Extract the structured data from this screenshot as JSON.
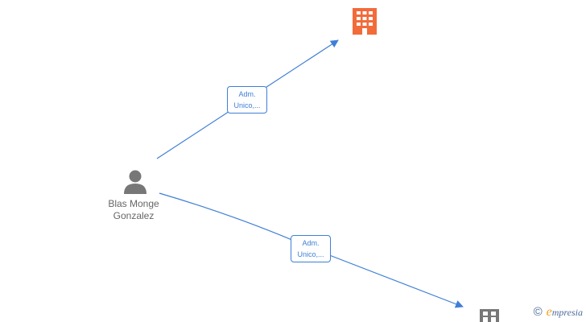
{
  "nodes": {
    "person": {
      "name_line1": "Blas Monge",
      "name_line2": "Gonzalez",
      "icon": "person-icon"
    },
    "company_top": {
      "icon": "building-icon",
      "color": "#f26b3a"
    },
    "company_bottom": {
      "icon": "building-icon",
      "color": "#777777"
    }
  },
  "edges": [
    {
      "label_line1": "Adm.",
      "label_line2": "Unico,..."
    },
    {
      "label_line1": "Adm.",
      "label_line2": "Unico,..."
    }
  ],
  "colors": {
    "edge": "#3f7fd6",
    "person": "#777777",
    "label_text": "#666666"
  },
  "brand": {
    "copyright": "©",
    "initial": "e",
    "rest": "mpresia"
  }
}
